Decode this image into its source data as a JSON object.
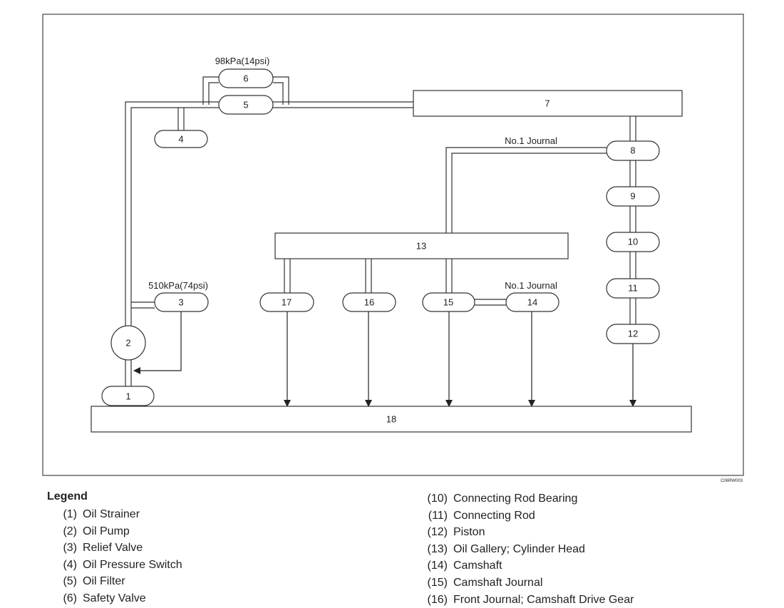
{
  "diagram": {
    "code": "C06RW003",
    "pressures": {
      "safety_valve": "98kPa(14psi)",
      "relief_valve": "510kPa(74psi)"
    },
    "journal_labels": {
      "upper": "No.1 Journal",
      "lower": "No.1 Journal"
    },
    "nodes": [
      "1",
      "2",
      "3",
      "4",
      "5",
      "6",
      "7",
      "8",
      "9",
      "10",
      "11",
      "12",
      "13",
      "14",
      "15",
      "16",
      "17",
      "18"
    ]
  },
  "legend": {
    "title": "Legend",
    "left": [
      {
        "num": "(1)",
        "label": "Oil Strainer"
      },
      {
        "num": "(2)",
        "label": "Oil Pump"
      },
      {
        "num": "(3)",
        "label": "Relief Valve"
      },
      {
        "num": "(4)",
        "label": "Oil Pressure Switch"
      },
      {
        "num": "(5)",
        "label": "Oil Filter"
      },
      {
        "num": "(6)",
        "label": "Safety Valve"
      }
    ],
    "right": [
      {
        "num": "(10)",
        "label": "Connecting Rod Bearing"
      },
      {
        "num": "(11)",
        "label": "Connecting Rod"
      },
      {
        "num": "(12)",
        "label": "Piston"
      },
      {
        "num": "(13)",
        "label": "Oil Gallery; Cylinder Head"
      },
      {
        "num": "(14)",
        "label": "Camshaft"
      },
      {
        "num": "(15)",
        "label": "Camshaft Journal"
      },
      {
        "num": "(16)",
        "label": "Front Journal; Camshaft Drive Gear"
      }
    ]
  }
}
